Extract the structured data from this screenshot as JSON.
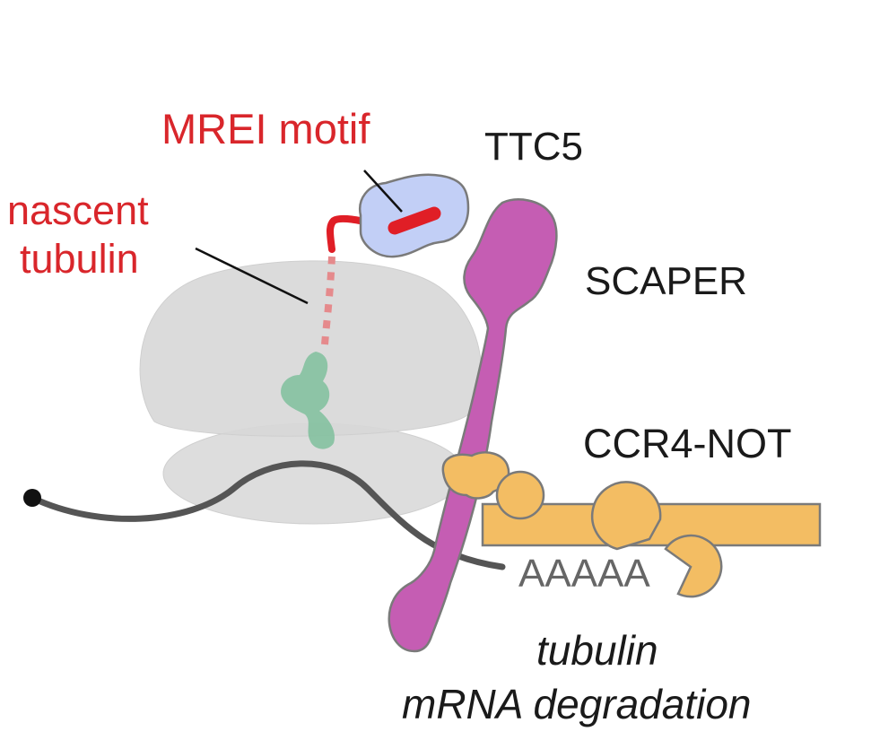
{
  "labels": {
    "mrei_motif": "MREI motif",
    "ttc5": "TTC5",
    "nascent": "nascent",
    "tubulin_red": "tubulin",
    "scaper": "SCAPER",
    "ccr4_not": "CCR4-NOT",
    "poly_a": "AAAAA",
    "tubulin_italic": "tubulin",
    "mrna_degradation": "mRNA degradation"
  },
  "colors": {
    "label_red": "#d9262b",
    "ribosome": "#d7d7d7",
    "ttc5": "#c2cff6",
    "scaper": "#c55db3",
    "ccr4_not": "#f3bd63",
    "nascent_chain_folded": "#7fbf9c",
    "mrna": "#555555"
  }
}
